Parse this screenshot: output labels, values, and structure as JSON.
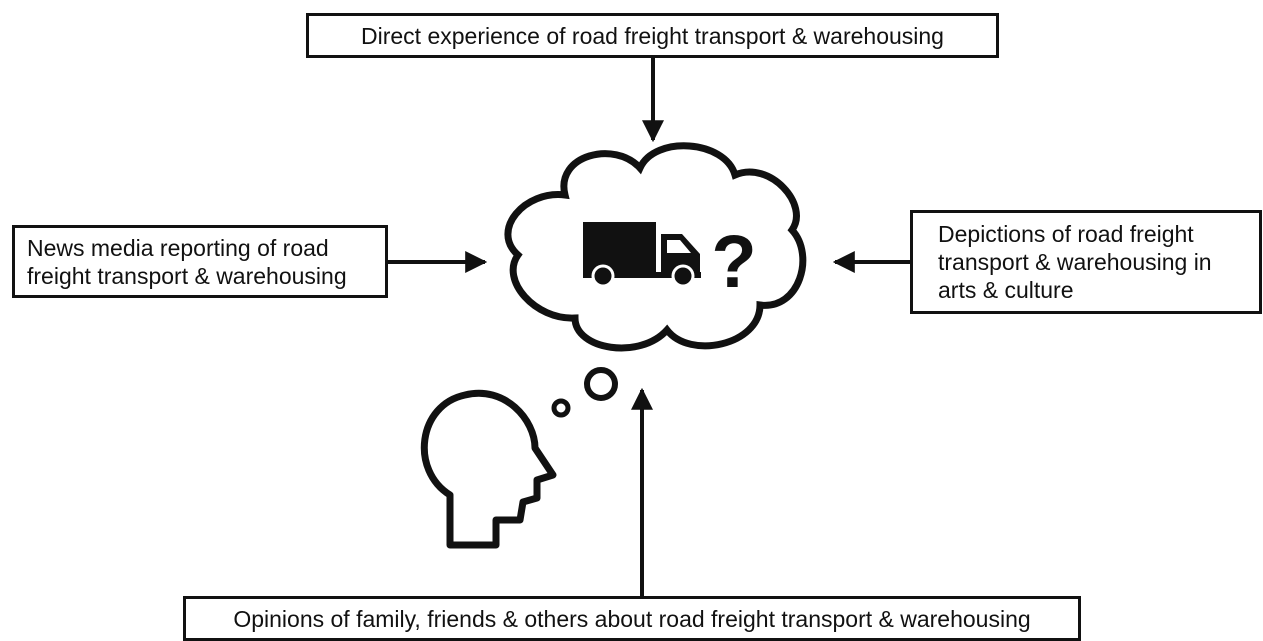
{
  "boxes": {
    "top": "Direct experience of road freight transport & warehousing",
    "left": [
      "News media reporting of road",
      "freight transport & warehousing"
    ],
    "right": [
      "Depictions of road freight",
      "transport & warehousing in",
      "arts & culture"
    ],
    "bottom": "Opinions of family, friends & others about road freight transport & warehousing"
  },
  "icons": {
    "thought_bubble": "thought-bubble-icon",
    "truck": "truck-icon",
    "question_mark": "question-mark-icon",
    "head": "head-silhouette-icon"
  },
  "thought_symbol": "?",
  "colors": {
    "stroke": "#111111",
    "background": "#ffffff"
  }
}
